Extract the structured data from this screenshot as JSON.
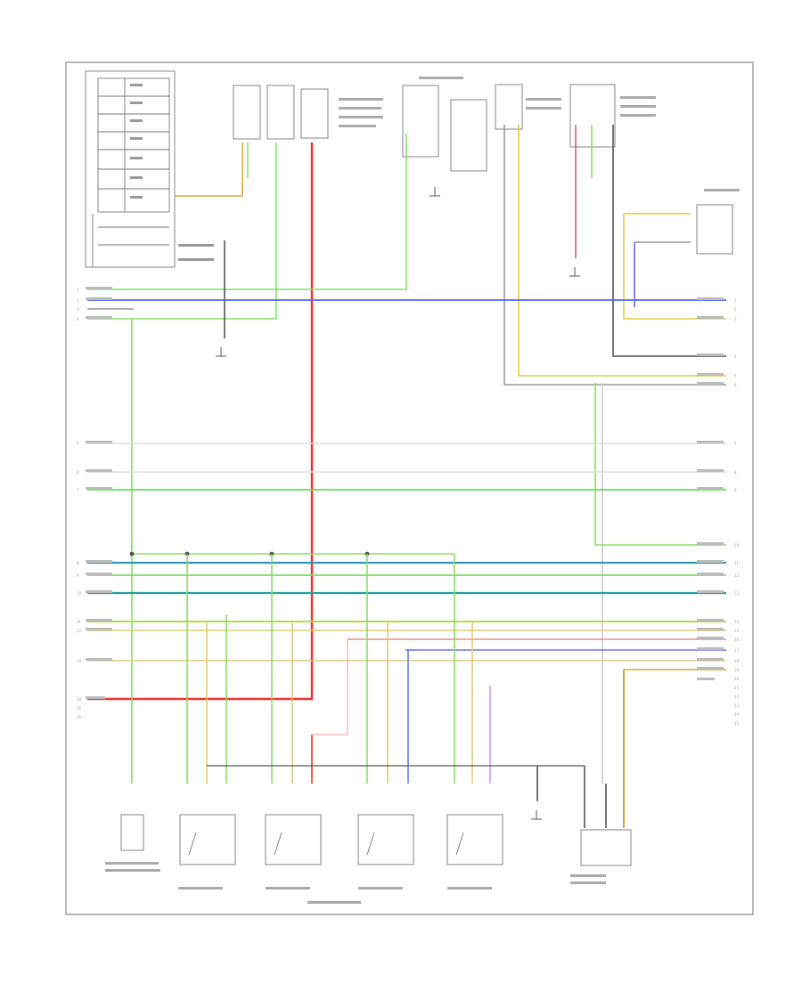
{
  "diagram": {
    "caption": "",
    "page_ref": "",
    "left_connector_pins": [
      "1",
      "2",
      "3",
      "4",
      "5",
      "6",
      "7",
      "8",
      "9",
      "10",
      "11",
      "12",
      "13",
      "14",
      "15",
      "16"
    ],
    "right_connector_pins": [
      "1",
      "2",
      "3",
      "4",
      "5",
      "6",
      "7",
      "8",
      "9",
      "10",
      "11",
      "12",
      "13",
      "14",
      "15",
      "16",
      "17",
      "18",
      "19",
      "20",
      "21",
      "22",
      "23",
      "24",
      "25"
    ],
    "components": []
  },
  "colors": {
    "green": "#66dd55",
    "blue": "#4455ee",
    "red": "#ee3333",
    "yellow": "#ddcc33",
    "teal": "#22a9a9",
    "gray": "#999999",
    "black": "#333333",
    "pink": "#ee9999",
    "orange": "#e0a020",
    "purple": "#9988dd"
  }
}
